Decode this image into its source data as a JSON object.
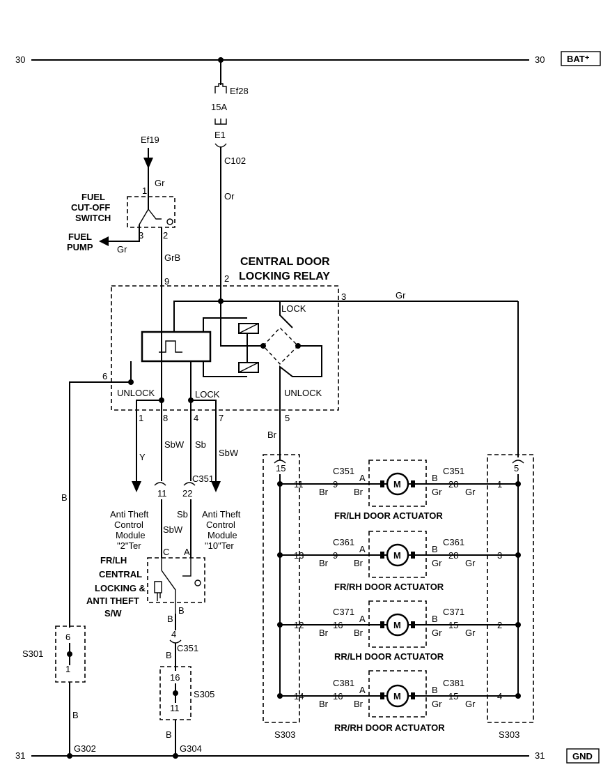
{
  "rails": {
    "top_left": "30",
    "top_right": "30",
    "bat": "BAT⁺",
    "bottom_left": "31",
    "bottom_right": "31",
    "gnd": "GND"
  },
  "fuse": {
    "name": "Ef28",
    "rating": "15A",
    "terminal": "E1",
    "connector": "C102"
  },
  "wires": {
    "or": "Or",
    "gr": "Gr",
    "grb": "GrB",
    "br": "Br",
    "b": "B",
    "y": "Y",
    "sbw": "SbW",
    "sb": "Sb"
  },
  "fuel_switch": {
    "feed": "Ef19",
    "title": [
      "FUEL",
      "CUT-OFF",
      "SWITCH"
    ],
    "pump": [
      "FUEL",
      "PUMP"
    ],
    "pins": [
      "1",
      "2",
      "3"
    ]
  },
  "relay": {
    "title": [
      "CENTRAL DOOR",
      "LOCKING RELAY"
    ],
    "pins": [
      "9",
      "2",
      "3",
      "6",
      "1",
      "8",
      "4",
      "7",
      "5"
    ],
    "lock": "LOCK",
    "unlock": "UNLOCK"
  },
  "modules": {
    "left": [
      "Anti Theft",
      "Control",
      "Module",
      "\"2\"Ter"
    ],
    "right": [
      "Anti Theft",
      "Control",
      "Module",
      "\"10\"Ter"
    ]
  },
  "key_switch": {
    "connector": "C351",
    "pins": [
      "11",
      "22"
    ],
    "contacts": [
      "C",
      "A"
    ],
    "title": [
      "FR/LH",
      "CENTRAL",
      "LOCKING &",
      "ANTI THEFT",
      "S/W"
    ],
    "out_pin": "4"
  },
  "splices": {
    "s301": "S301",
    "s301_pins": [
      "6",
      "1"
    ],
    "s305": "S305",
    "s305_pins": [
      "16",
      "11"
    ],
    "s303": "S303",
    "s303_left_pin": "15",
    "s303_right_pin": "5",
    "connector_c351": "C351"
  },
  "grounds": {
    "g302": "G302",
    "g304": "G304"
  },
  "actuators": [
    {
      "label": "FR/LH DOOR ACTUATOR",
      "conn_left": "C351",
      "conn_right": "C351",
      "s_left": "11",
      "c_left": "9",
      "c_right": "28",
      "s_right": "1",
      "a": "A",
      "b": "B",
      "m": "M"
    },
    {
      "label": "FR/RH DOOR ACTUATOR",
      "conn_left": "C361",
      "conn_right": "C361",
      "s_left": "13",
      "c_left": "9",
      "c_right": "28",
      "s_right": "3",
      "a": "A",
      "b": "B",
      "m": "M"
    },
    {
      "label": "RR/LH DOOR ACTUATOR",
      "conn_left": "C371",
      "conn_right": "C371",
      "s_left": "12",
      "c_left": "16",
      "c_right": "15",
      "s_right": "2",
      "a": "A",
      "b": "B",
      "m": "M"
    },
    {
      "label": "RR/RH DOOR ACTUATOR",
      "conn_left": "C381",
      "conn_right": "C381",
      "s_left": "14",
      "c_left": "16",
      "c_right": "15",
      "s_right": "4",
      "a": "A",
      "b": "B",
      "m": "M"
    }
  ]
}
